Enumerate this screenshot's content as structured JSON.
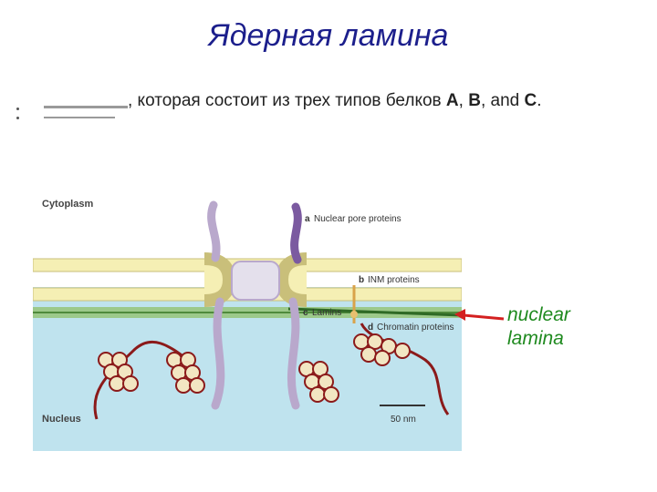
{
  "title": "Ядерная ламина",
  "sentence": {
    "prefix": ", которая состоит из трех типов белков ",
    "a": "A",
    "sep1": ", ",
    "b": "B",
    "sep2": ", and ",
    "c": "C",
    "suffix": "."
  },
  "diagram": {
    "cytoplasm_label": "Cytoplasm",
    "nucleus_label": "Nucleus",
    "labels": {
      "a_letter": "a",
      "a_text": "Nuclear pore proteins",
      "b_letter": "b",
      "b_text": "INM proteins",
      "c_letter": "c",
      "c_text": "Lamins",
      "d_letter": "d",
      "d_text": "Chromatin proteins"
    },
    "scale_bar": "50 nm"
  },
  "side_label": {
    "line1": "nuclear",
    "line2": "lamina"
  },
  "colors": {
    "title": "#1c1f8c",
    "side_label": "#1f8a1f",
    "arrow": "#d42020",
    "membrane": "#f5efb4",
    "nucleoplasm": "#bfe3ee",
    "lamina": "#9cc98a",
    "pore": "#b9a8cc",
    "chromatin": "#8b1a1a",
    "nucleosome": "#f2e6c2"
  }
}
